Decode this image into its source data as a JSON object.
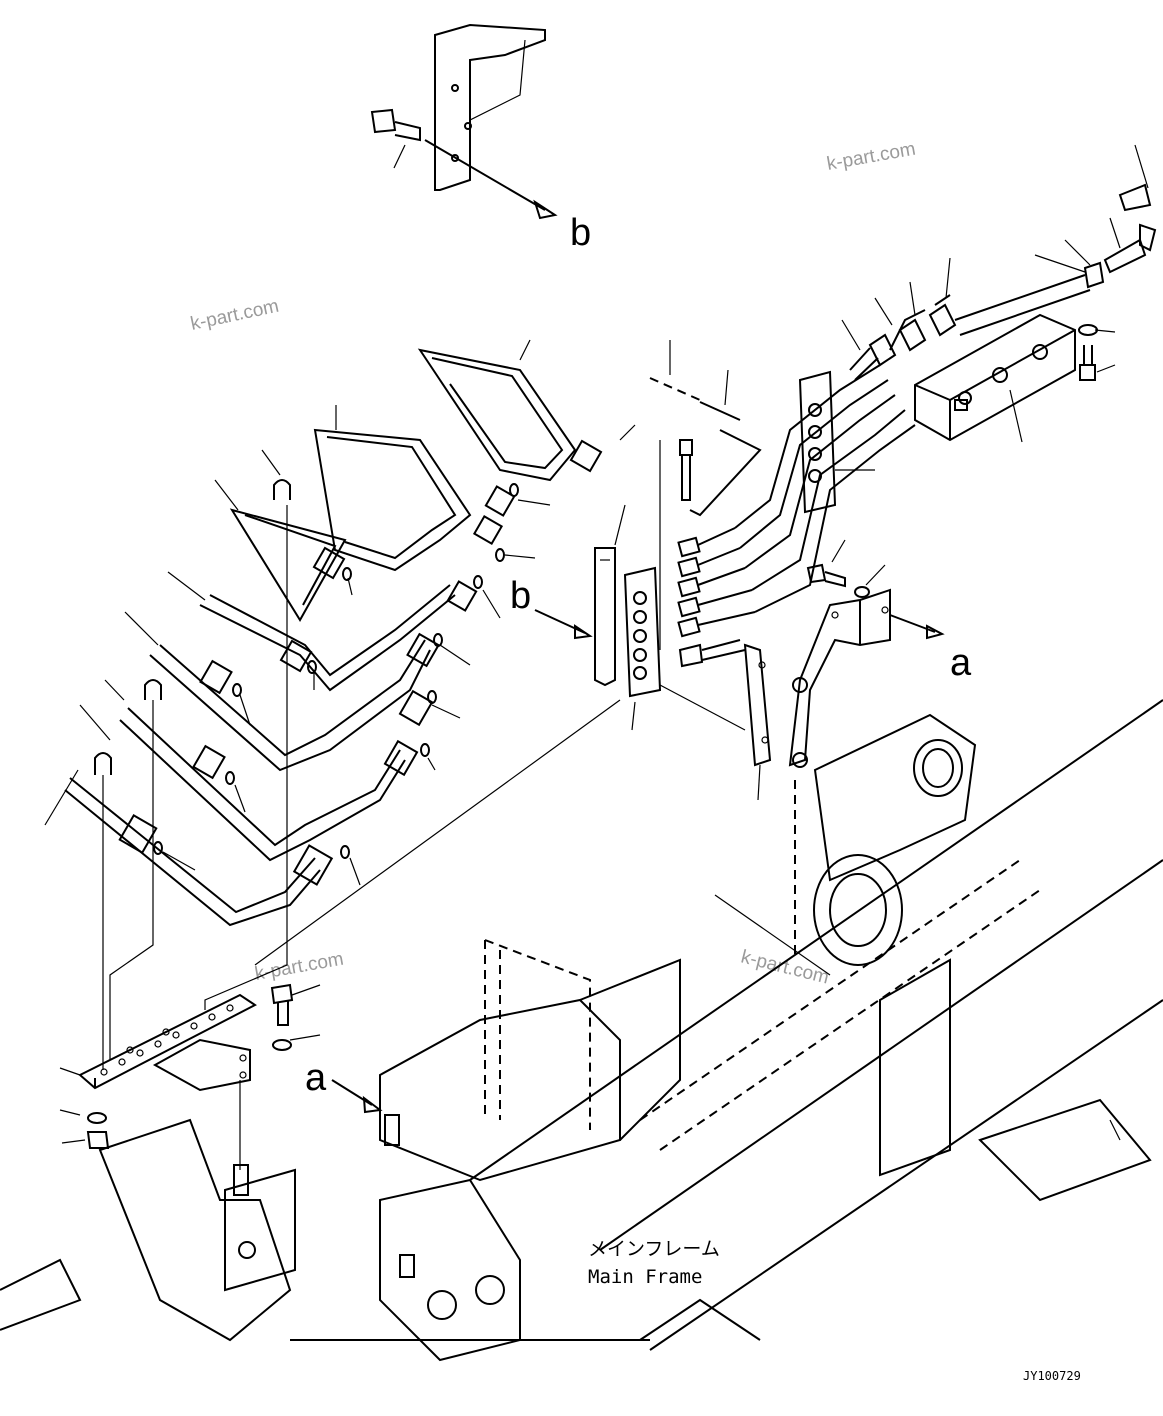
{
  "diagram": {
    "reference_marks": {
      "b_top": "b",
      "b_left": "b",
      "a_right": "a",
      "a_bottom": "a"
    },
    "watermarks": [
      "k-part.com",
      "k-part.com",
      "k-part.com",
      "k-part.com"
    ],
    "frame_label_jp": "メインフレーム",
    "frame_label_en": "Main Frame",
    "drawing_code": "JY100729"
  }
}
